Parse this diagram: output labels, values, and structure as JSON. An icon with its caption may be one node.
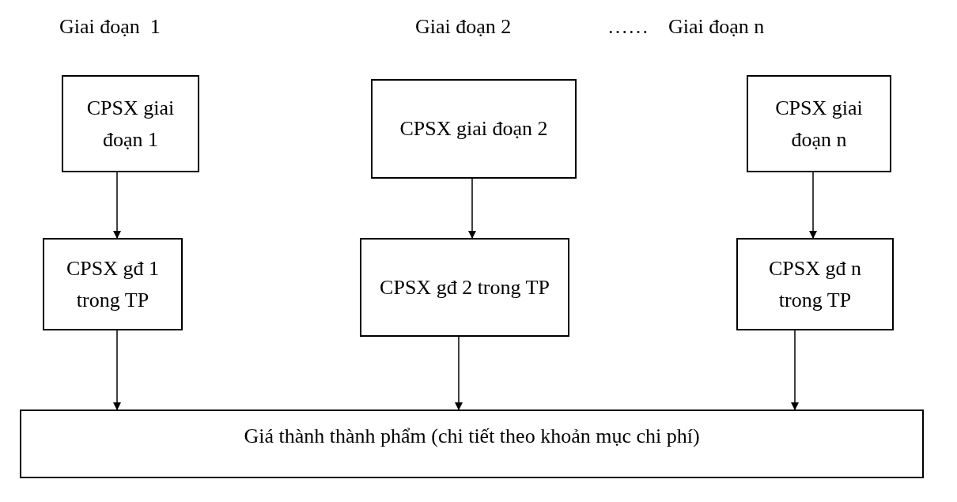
{
  "diagram": {
    "nodes": [
      {
        "text": [
          "CPSX giai đoạn 1"
        ]
      },
      {
        "text": [
          "CPSX giai đoạn 2"
        ]
      },
      {
        "text": [
          "CPSX giai đoạn n"
        ]
      },
      {
        "text": [
          "CPSX gđ 1 trong TP"
        ]
      },
      {
        "text": [
          "CPSX gđ 2 trong TP"
        ]
      },
      {
        "text": [
          "CPSX gđ n trong TP"
        ]
      },
      {
        "text": [
          "Giá thành thành phẩm (chi tiết theo khoản mục chi phí)"
        ]
      }
    ],
    "edges": [
      {
        "from": 0,
        "to": 3,
        "arrow": "to"
      },
      {
        "from": 1,
        "to": 4,
        "arrow": "to"
      },
      {
        "from": 2,
        "to": 5,
        "arrow": "to"
      },
      {
        "from": 3,
        "to": 6,
        "arrow": "to"
      },
      {
        "from": 4,
        "to": 6,
        "arrow": "to"
      },
      {
        "from": 5,
        "to": 6,
        "arrow": "to"
      }
    ],
    "labels": [
      "Giai đoạn  1",
      "Giai đoạn 2",
      "……",
      "Giai đoạn n"
    ]
  }
}
